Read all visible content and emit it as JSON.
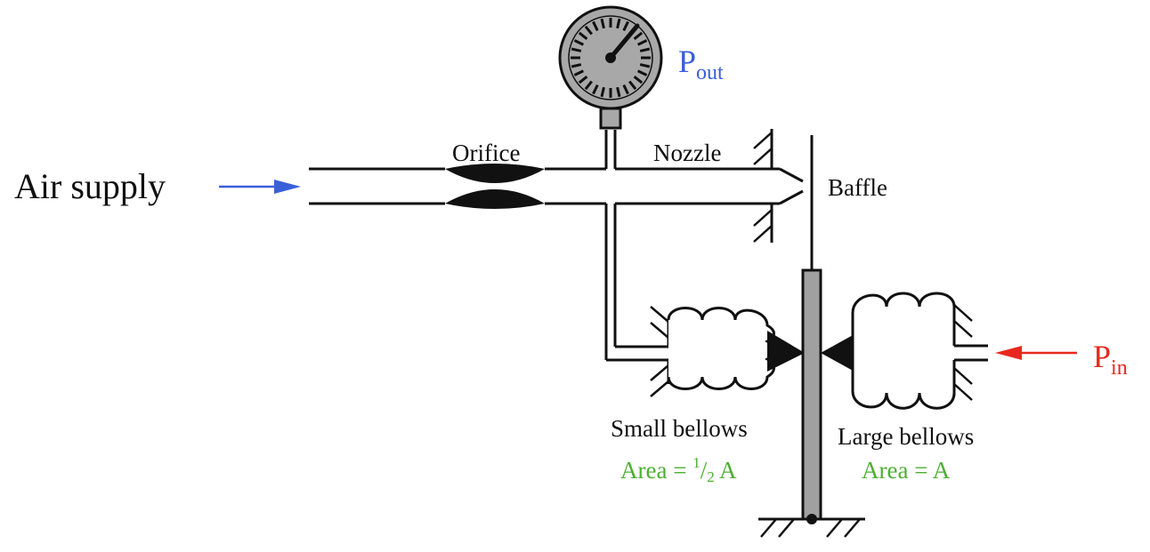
{
  "labels": {
    "air_supply": "Air supply",
    "orifice": "Orifice",
    "nozzle": "Nozzle",
    "baffle": "Baffle",
    "p_out": {
      "main": "P",
      "sub": "out"
    },
    "p_in": {
      "main": "P",
      "sub": "in"
    },
    "small_bellows": "Small bellows",
    "large_bellows": "Large bellows",
    "small_area": {
      "prefix": "Area = ",
      "sup": "1",
      "slash": "/",
      "sub": "2",
      "suffix": " A"
    },
    "large_area": "Area = A"
  },
  "colors": {
    "line": "#111111",
    "gauge_face": "#a8a8a8",
    "beam": "#a0a0a0",
    "air_arrow": "#3a5fd9",
    "pin": "#e8281e",
    "area_text": "#4caf32"
  },
  "gauge": {
    "tick_count": 28
  }
}
